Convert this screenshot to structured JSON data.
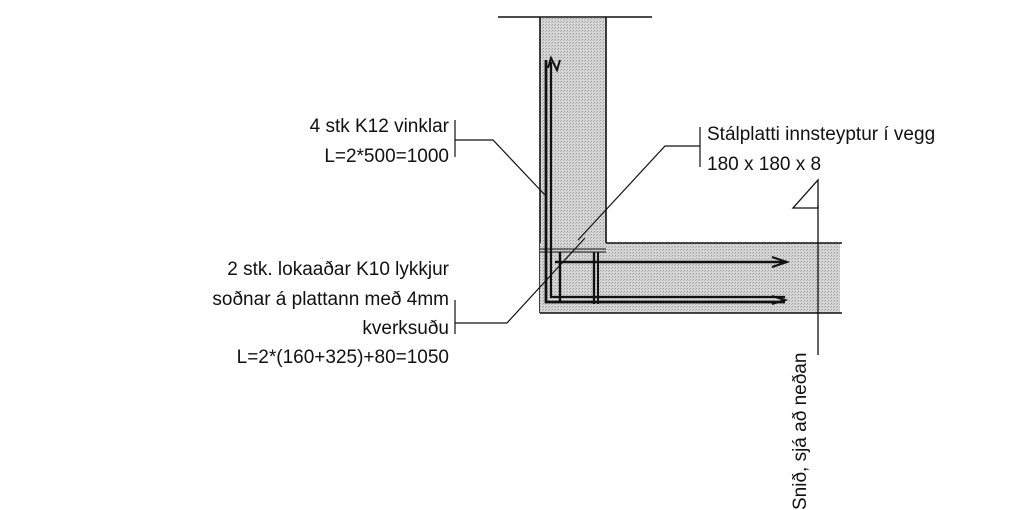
{
  "labels": {
    "vinklar_line1": "4 stk K12 vinklar",
    "vinklar_line2": "L=2*500=1000",
    "platti_line1": "Stálplatti innsteyptur í vegg",
    "platti_line2": "180 x 180 x 8",
    "lykkjur_line1": "2 stk. lokaaðar K10 lykkjur",
    "lykkjur_line2": "soðnar á plattann með 4mm",
    "lykkjur_line3": "kverksuðu",
    "lykkjur_line4": "L=2*(160+325)+80=1050",
    "section_note": "Snið, sjá að neðan"
  },
  "colors": {
    "ink": "#111111",
    "concrete_fill": "#d4d4d4"
  }
}
